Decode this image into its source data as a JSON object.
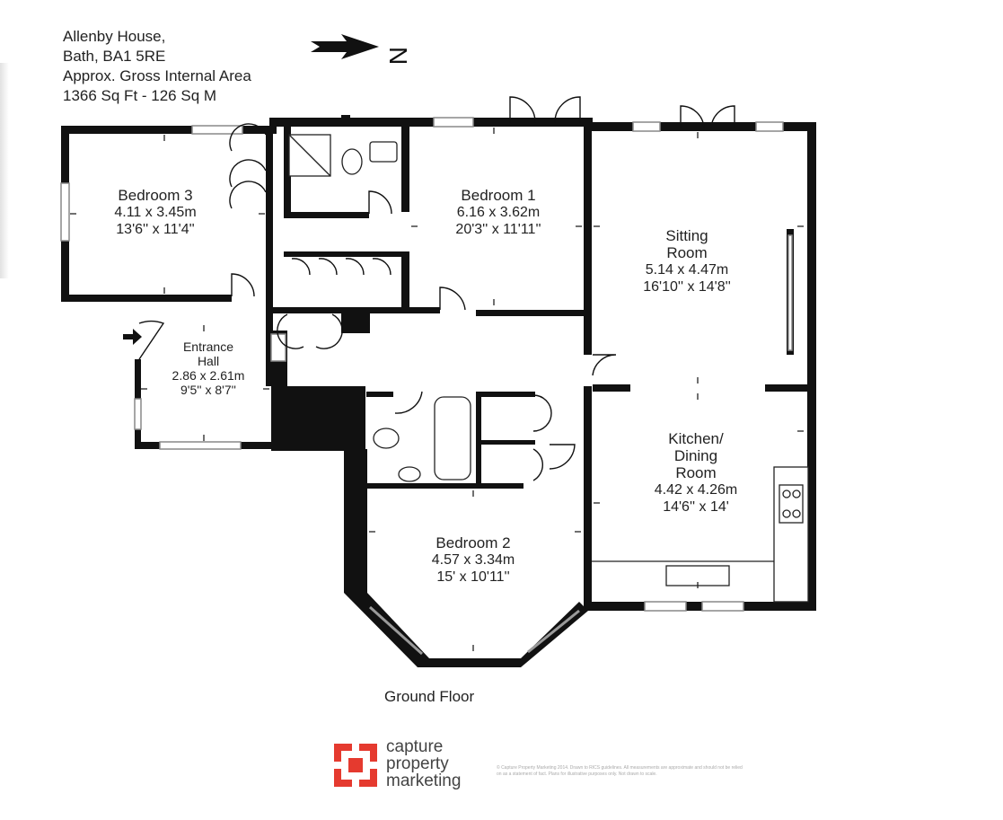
{
  "header": {
    "line1": "Allenby House,",
    "line2": "Bath, BA1 5RE",
    "line3": "Approx. Gross Internal Area",
    "line4": "1366 Sq Ft  -  126 Sq M"
  },
  "compass": {
    "label": "N"
  },
  "rooms": {
    "bedroom3": {
      "name": "Bedroom 3",
      "metric": "4.11 x 3.45m",
      "imperial": "13'6'' x 11'4''"
    },
    "bedroom1": {
      "name": "Bedroom 1",
      "metric": "6.16 x 3.62m",
      "imperial": "20'3'' x 11'11''"
    },
    "sitting": {
      "name1": "Sitting",
      "name2": "Room",
      "metric": "5.14 x 4.47m",
      "imperial": "16'10'' x 14'8''"
    },
    "entrance": {
      "name1": "Entrance",
      "name2": "Hall",
      "metric": "2.86 x 2.61m",
      "imperial": "9'5'' x 8'7''"
    },
    "kitchen": {
      "name1": "Kitchen/",
      "name2": "Dining",
      "name3": "Room",
      "metric": "4.42 x 4.26m",
      "imperial": "14'6'' x 14'"
    },
    "bedroom2": {
      "name": "Bedroom 2",
      "metric": "4.57 x 3.34m",
      "imperial": "15' x 10'11''"
    }
  },
  "floor_label": "Ground Floor",
  "logo": {
    "line1": "capture",
    "line2": "property",
    "line3": "marketing",
    "color": "#e53a2f"
  },
  "disclaimer": "© Capture Property Marketing 2014. Drawn to RICS guidelines. All measurements are approximate and should not be relied on as a statement of fact. Plans for illustrative purposes only. Not drawn to scale.",
  "colors": {
    "wall": "#111111",
    "window": "#9a9a9a",
    "text": "#222222"
  }
}
